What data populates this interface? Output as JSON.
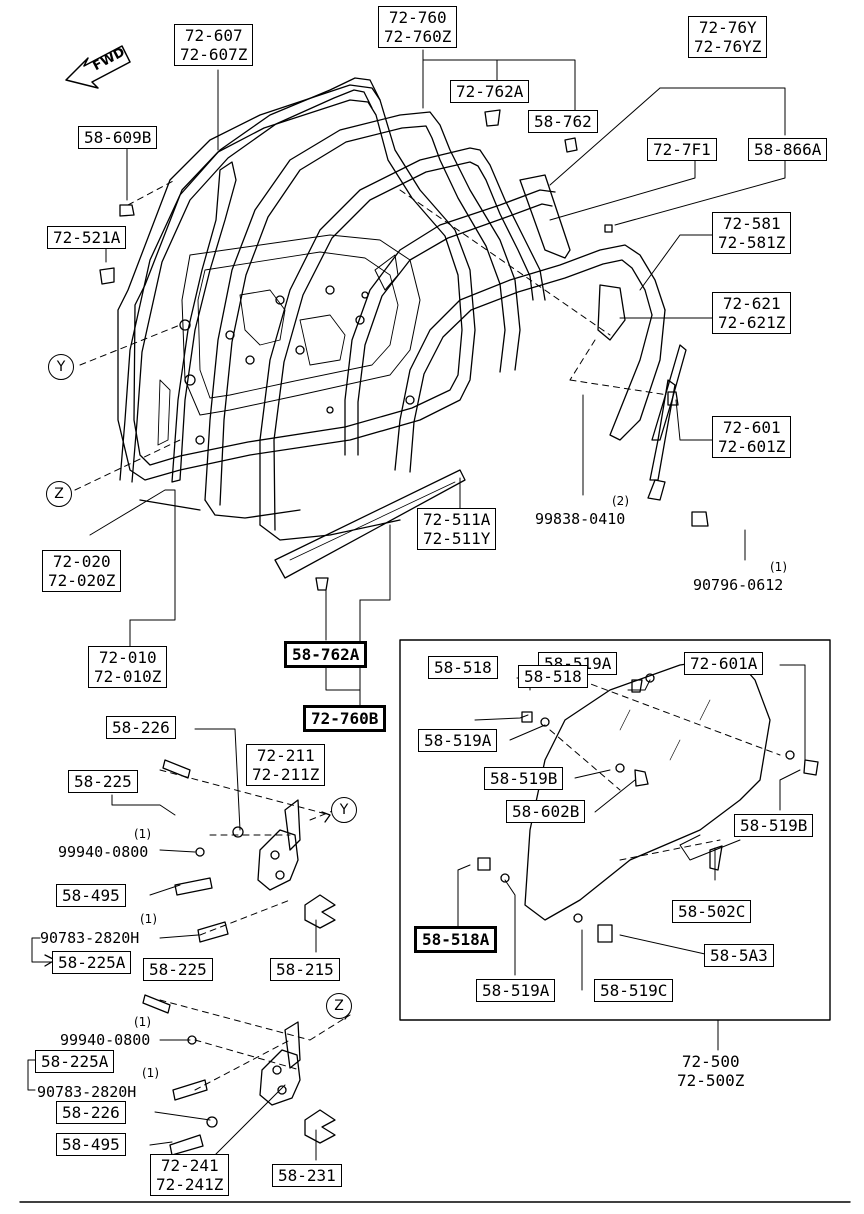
{
  "fwd_label": "FWD",
  "labels": {
    "p72_607": [
      "72-607",
      "72-607Z"
    ],
    "p72_760": [
      "72-760",
      "72-760Z"
    ],
    "p72_76Y": [
      "72-76Y",
      "72-76YZ"
    ],
    "p72_762A": "72-762A",
    "p58_762": "58-762",
    "p58_609B": "58-609B",
    "p72_7F1": "72-7F1",
    "p58_866A": "58-866A",
    "p72_521A": "72-521A",
    "p72_581": [
      "72-581",
      "72-581Z"
    ],
    "p72_621": [
      "72-621",
      "72-621Z"
    ],
    "p72_601": [
      "72-601",
      "72-601Z"
    ],
    "p72_511A": [
      "72-511A",
      "72-511Y"
    ],
    "p72_020": [
      "72-020",
      "72-020Z"
    ],
    "p72_010": [
      "72-010",
      "72-010Z"
    ],
    "p58_762A": "58-762A",
    "p72_760B": "72-760B",
    "p58_226_top": "58-226",
    "p72_211": [
      "72-211",
      "72-211Z"
    ],
    "p58_225_top": "58-225",
    "p58_495_top": "58-495",
    "p58_225A_top": "58-225A",
    "p58_225_mid": "58-225",
    "p58_215": "58-215",
    "p58_225A_bot": "58-225A",
    "p58_226_bot": "58-226",
    "p58_495_bot": "58-495",
    "p72_241": [
      "72-241",
      "72-241Z"
    ],
    "p58_231": "58-231",
    "p58_519A_a": "58-519A",
    "p72_601A": "72-601A",
    "p58_518_a": "58-518",
    "p58_518_b": "58-518",
    "p58_519A_b": "58-519A",
    "p58_519B_a": "58-519B",
    "p58_602B": "58-602B",
    "p58_519B_b": "58-519B",
    "p58_502C": "58-502C",
    "p58_518A": "58-518A",
    "p58_5A3": "58-5A3",
    "p58_519A_c": "58-519A",
    "p58_519C": "58-519C",
    "p72_500": [
      "72-500",
      "72-500Z"
    ]
  },
  "plain_codes": {
    "c99838": "99838-0410",
    "c90796": "90796-0612",
    "c99940_top": "99940-0800",
    "c90783_top": "90783-2820H",
    "c99940_bot": "99940-0800",
    "c90783_bot": "90783-2820H"
  },
  "quantities": {
    "q99838": "(2)",
    "q90796": "(1)",
    "q99940_top": "(1)",
    "q90783_top": "(1)",
    "q99940_bot": "(1)",
    "q90783_bot": "(1)"
  },
  "callouts": {
    "y_left": "Y",
    "z_left": "Z",
    "y_hinge": "Y",
    "z_hinge": "Z"
  }
}
